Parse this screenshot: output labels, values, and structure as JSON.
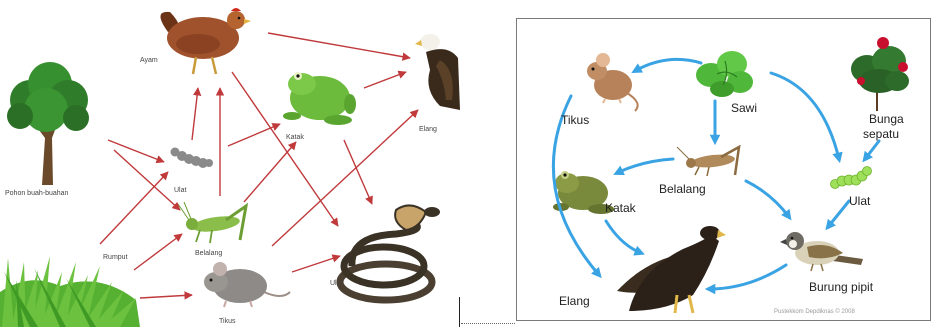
{
  "left_diagram": {
    "labels": {
      "ayam": "Ayam",
      "elang": "Elang",
      "katak": "Katak",
      "pohon": "Pohon buah-buahan",
      "ulat": "Ulat",
      "rumput": "Rumput",
      "belalang": "Belalang",
      "ular": "Ular",
      "tikus": "Tikus"
    },
    "arrow_color": "#c0393b",
    "icons": [
      "fruit-tree-icon",
      "grass-icon",
      "chicken-icon",
      "eagle-icon",
      "frog-icon",
      "caterpillar-icon",
      "grasshopper-icon",
      "mouse-icon",
      "snake-icon"
    ]
  },
  "right_diagram": {
    "labels": {
      "tikus": "Tikus",
      "sawi": "Sawi",
      "bunga_line1": "Bunga",
      "bunga_line2": "sepatu",
      "belalang": "Belalang",
      "katak": "Katak",
      "ulat": "Ulat",
      "elang": "Elang",
      "burung_pipit": "Burung pipit"
    },
    "watermark": "Pustekkom Depdiknas © 2008",
    "arrow_color": "#3aa3e3",
    "icons": [
      "mouse-icon",
      "lettuce-icon",
      "hibiscus-plant-icon",
      "grasshopper-icon",
      "frog-icon",
      "caterpillar-icon",
      "eagle-icon",
      "sparrow-icon"
    ]
  }
}
